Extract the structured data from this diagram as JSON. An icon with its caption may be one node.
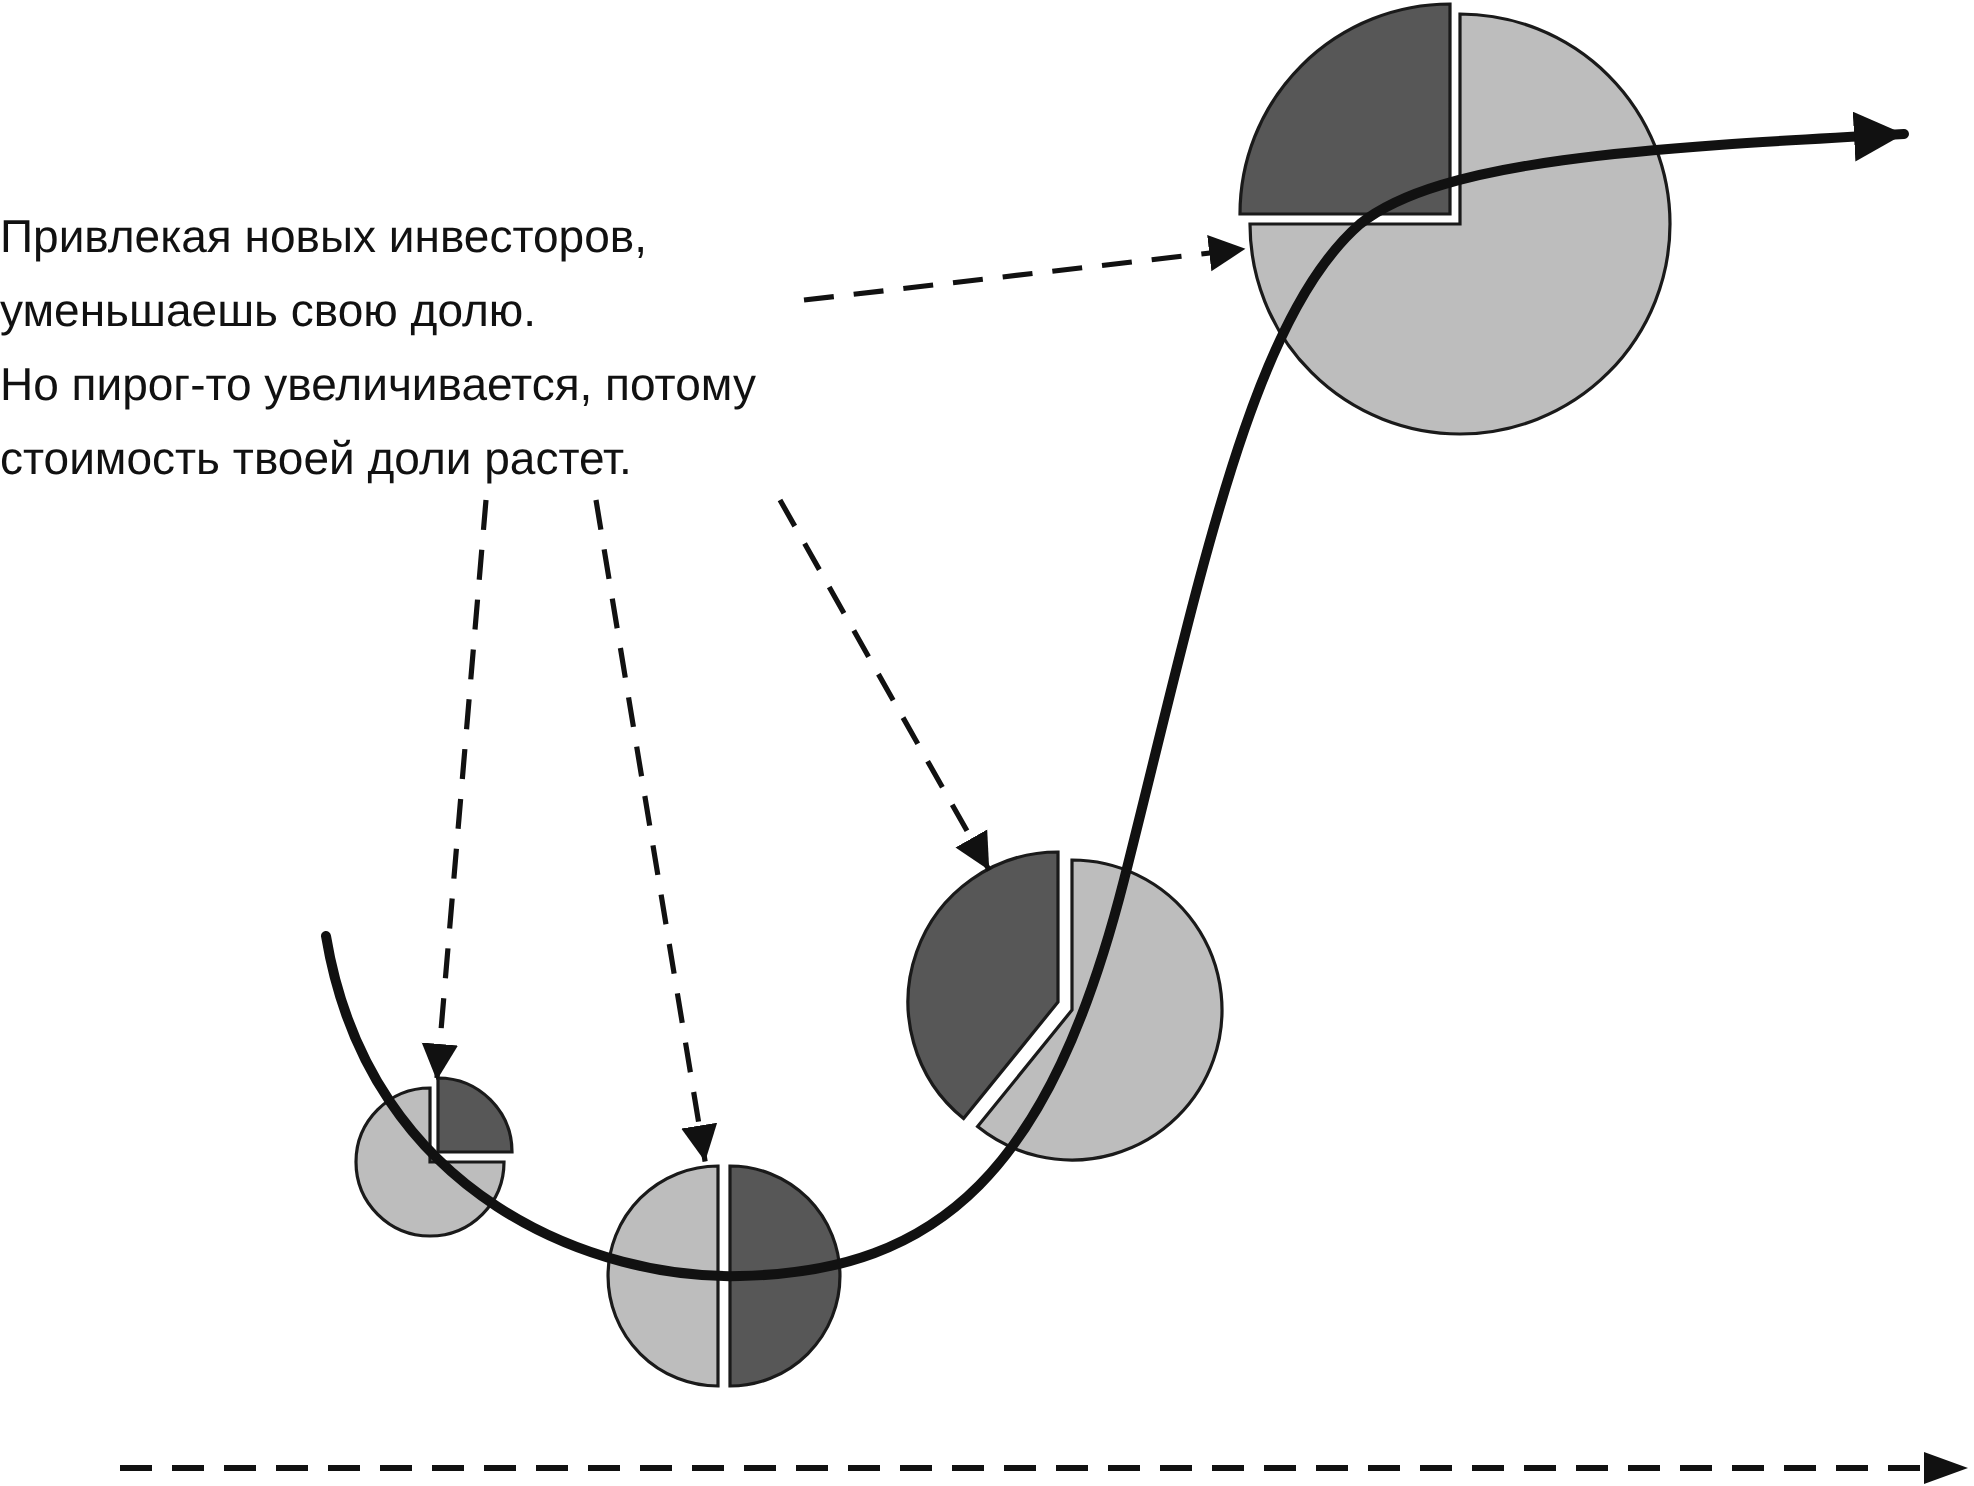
{
  "diagram": {
    "nodes": [
      {
        "text": [
          "Привлекая новых инвесторов, уменьшаешь свою долю.",
          "Но пирог-то увеличивается, потому стоимость твоей доли растет."
        ]
      },
      {
        "text": [],
        "shape": "picture"
      },
      {
        "text": [],
        "shape": "picture"
      },
      {
        "text": [],
        "shape": "picture"
      },
      {
        "text": [],
        "shape": "picture"
      }
    ],
    "edges": [
      {
        "from": 0,
        "to": 1,
        "arrow": "to",
        "style": "dashed"
      },
      {
        "from": 0,
        "to": 2,
        "arrow": "to",
        "style": "dashed"
      },
      {
        "from": 0,
        "to": 3,
        "arrow": "to",
        "style": "dashed"
      },
      {
        "from": 0,
        "to": 4,
        "arrow": "to",
        "style": "dashed"
      }
    ]
  }
}
